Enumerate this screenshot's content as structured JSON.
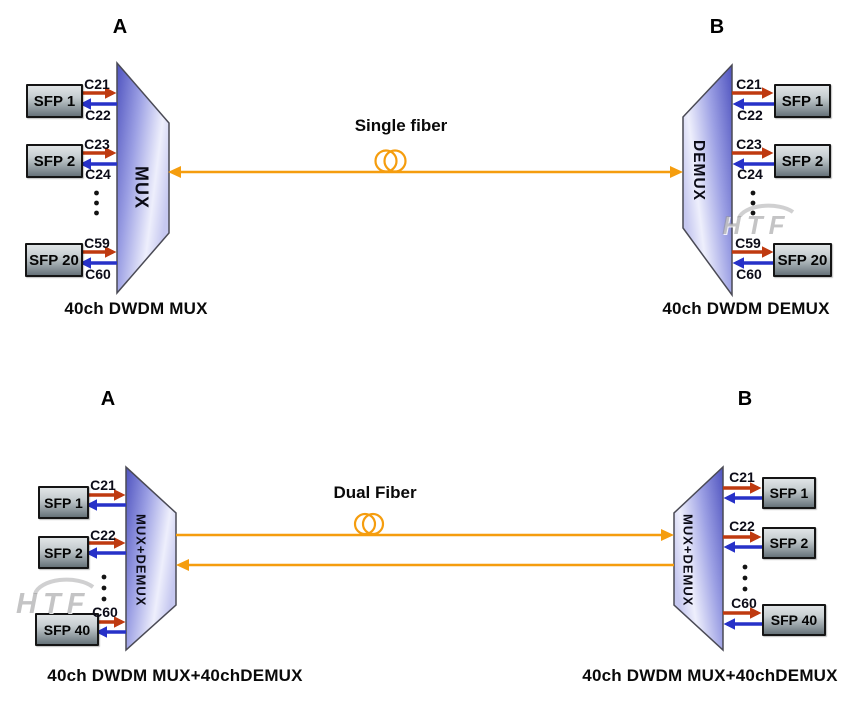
{
  "colors": {
    "arrow_red": "#BF3A10",
    "arrow_blue": "#2731C8",
    "fiber_orange": "#F59D0E",
    "shape_dark": "#4F53BF",
    "shape_light": "#EEEFFC",
    "sfp_face": "#9aa4a8",
    "watermark_gray": "#bdbdbd"
  },
  "watermark": {
    "text": "HTF"
  },
  "sections": {
    "single": {
      "endpoint_a": "A",
      "endpoint_b": "B",
      "fiber_label": "Single fiber",
      "left": {
        "shape": "MUX",
        "caption": "40ch DWDM MUX",
        "rows": [
          {
            "sfp": "SFP 1",
            "tx": "C21",
            "rx": "C22"
          },
          {
            "sfp": "SFP 2",
            "tx": "C23",
            "rx": "C24"
          },
          {
            "sfp": "SFP 20",
            "tx": "C59",
            "rx": "C60"
          }
        ]
      },
      "right": {
        "shape": "DEMUX",
        "caption": "40ch DWDM DEMUX",
        "rows": [
          {
            "sfp": "SFP 1",
            "tx": "C21",
            "rx": "C22"
          },
          {
            "sfp": "SFP 2",
            "tx": "C23",
            "rx": "C24"
          },
          {
            "sfp": "SFP 20",
            "tx": "C59",
            "rx": "C60"
          }
        ]
      }
    },
    "dual": {
      "endpoint_a": "A",
      "endpoint_b": "B",
      "fiber_label": "Dual Fiber",
      "left": {
        "shape": "MUX+DEMUX",
        "caption": "40ch DWDM MUX+40chDEMUX",
        "rows": [
          {
            "sfp": "SFP 1",
            "tx": "C21"
          },
          {
            "sfp": "SFP 2",
            "tx": "C22"
          },
          {
            "sfp": "SFP 40",
            "tx": "C60"
          }
        ]
      },
      "right": {
        "shape": "MUX+DEMUX",
        "caption": "40ch DWDM MUX+40chDEMUX",
        "rows": [
          {
            "sfp": "SFP 1",
            "tx": "C21"
          },
          {
            "sfp": "SFP 2",
            "tx": "C22"
          },
          {
            "sfp": "SFP 40",
            "tx": "C60"
          }
        ]
      }
    }
  }
}
